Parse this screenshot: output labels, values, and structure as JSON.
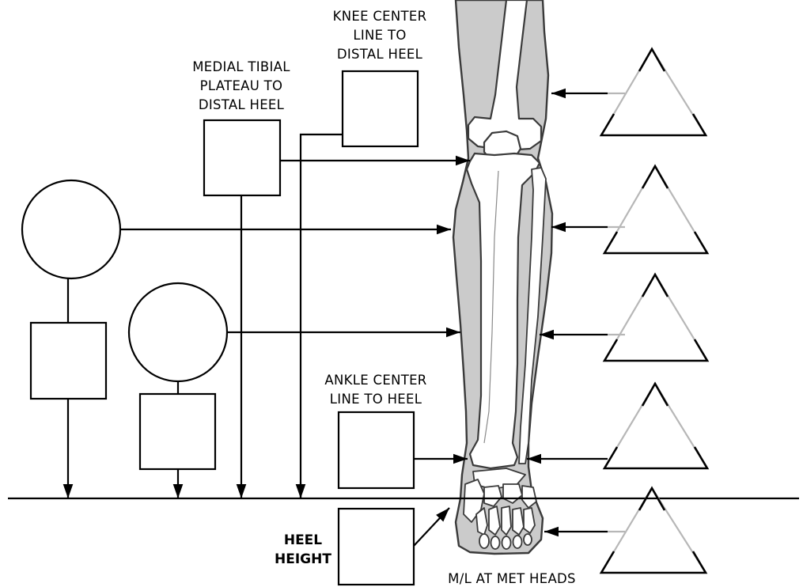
{
  "labels": {
    "knee_center": [
      "KNEE CENTER",
      "LINE TO",
      "DISTAL HEEL"
    ],
    "medial_tibial": [
      "MEDIAL TIBIAL",
      "PLATEAU TO",
      "DISTAL HEEL"
    ],
    "ankle_center": [
      "ANKLE CENTER",
      "LINE TO HEEL"
    ],
    "heel_height": [
      "HEEL",
      "HEIGHT"
    ],
    "ml_met_heads": "M/L AT MET HEADS"
  },
  "colors": {
    "leg_fill": "#cbcbcb",
    "outline": "#000000",
    "triangle_inner_edge": "#b7b7b7"
  }
}
